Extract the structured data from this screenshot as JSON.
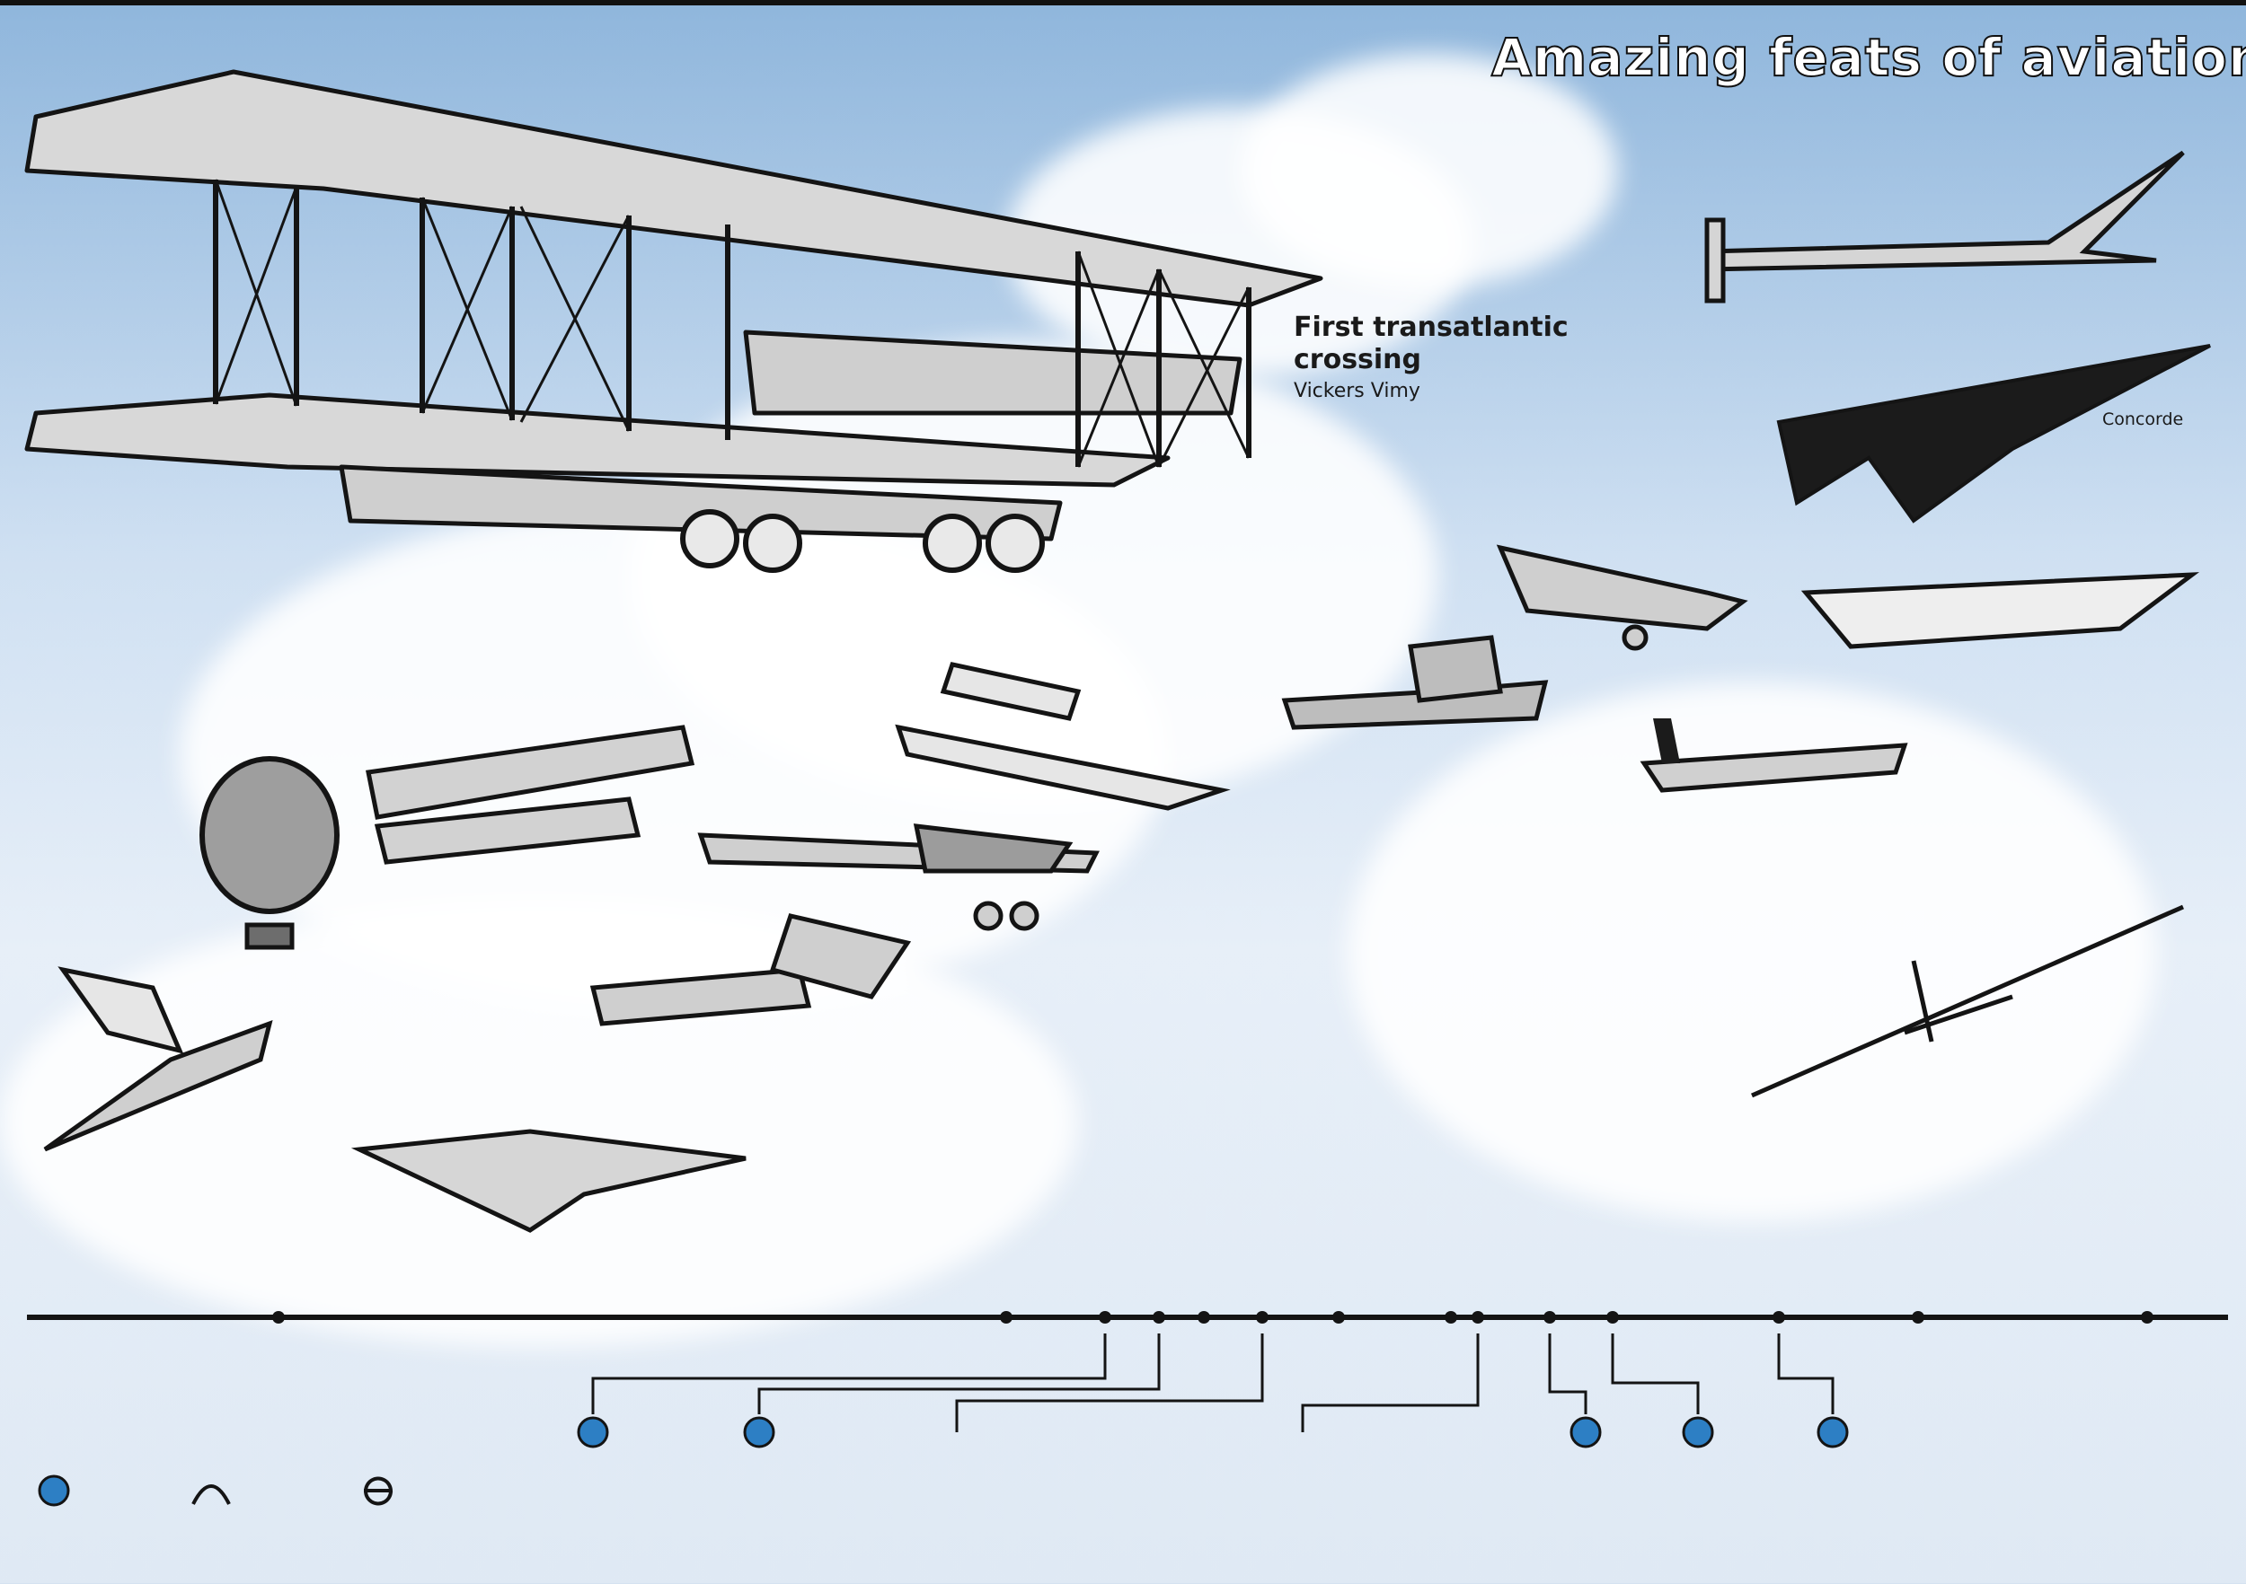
{
  "title": "Amazing feats of aviation",
  "feature": {
    "heading_line1": "First transatlantic",
    "heading_line2": "crossing",
    "aircraft": "Vickers Vimy",
    "detail": ""
  },
  "aircraft_labels": {
    "leonardo": "",
    "balloon": "",
    "wright": "",
    "bleriot": "",
    "demoiselle": "",
    "spirit": "",
    "monoplane": "",
    "douglas": "",
    "dc3": "",
    "concorde": "Concorde",
    "voyager": "",
    "helios": "",
    "lilienthal": ""
  },
  "timeline": {
    "years": [],
    "events": []
  },
  "legend": {
    "items": [
      {
        "icon": "info-circle-icon",
        "label": ""
      },
      {
        "icon": "arc-marker-icon",
        "label": ""
      },
      {
        "icon": "loop-marker-icon",
        "label": ""
      }
    ]
  },
  "footer": "",
  "colors": {
    "sky_top": "#8fb6dc",
    "sky_bottom": "#e7eff8",
    "ink": "#141414",
    "accent": "#2d7fc4"
  }
}
